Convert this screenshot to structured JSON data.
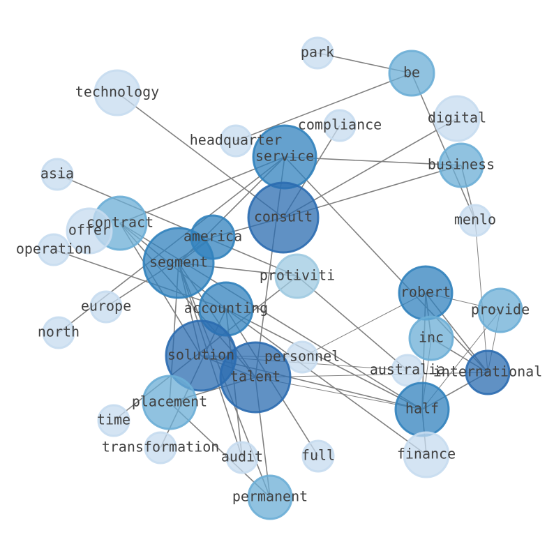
{
  "nodes": [
    {
      "id": "park",
      "label": "park",
      "weight": 0.1,
      "color": "#c6dbef"
    },
    {
      "id": "be",
      "label": "be",
      "weight": 0.55,
      "color": "#6baed6"
    },
    {
      "id": "technology",
      "label": "technology",
      "weight": 0.15,
      "color": "#c6dbef"
    },
    {
      "id": "digital",
      "label": "digital",
      "weight": 0.15,
      "color": "#c6dbef"
    },
    {
      "id": "compliance",
      "label": "compliance",
      "weight": 0.12,
      "color": "#c6dbef"
    },
    {
      "id": "headquarter",
      "label": "headquarter",
      "weight": 0.12,
      "color": "#c6dbef"
    },
    {
      "id": "service",
      "label": "service",
      "weight": 0.75,
      "color": "#3182bd"
    },
    {
      "id": "business",
      "label": "business",
      "weight": 0.6,
      "color": "#6baed6"
    },
    {
      "id": "asia",
      "label": "asia",
      "weight": 0.12,
      "color": "#c6dbef"
    },
    {
      "id": "consult",
      "label": "consult",
      "weight": 0.9,
      "color": "#2b6cb0"
    },
    {
      "id": "menlo",
      "label": "menlo",
      "weight": 0.12,
      "color": "#c6dbef"
    },
    {
      "id": "contract",
      "label": "contract",
      "weight": 0.6,
      "color": "#6baed6"
    },
    {
      "id": "offer",
      "label": "offer",
      "weight": 0.15,
      "color": "#c6dbef"
    },
    {
      "id": "america",
      "label": "america",
      "weight": 0.6,
      "color": "#3182bd"
    },
    {
      "id": "operation",
      "label": "operation",
      "weight": 0.12,
      "color": "#c6dbef"
    },
    {
      "id": "segment",
      "label": "segment",
      "weight": 0.85,
      "color": "#3182bd"
    },
    {
      "id": "protiviti",
      "label": "protiviti",
      "weight": 0.4,
      "color": "#9ecae1"
    },
    {
      "id": "robert",
      "label": "robert",
      "weight": 0.7,
      "color": "#3182bd"
    },
    {
      "id": "provide",
      "label": "provide",
      "weight": 0.5,
      "color": "#6baed6"
    },
    {
      "id": "europe",
      "label": "europe",
      "weight": 0.12,
      "color": "#c6dbef"
    },
    {
      "id": "accounting",
      "label": "accounting",
      "weight": 0.7,
      "color": "#3182bd"
    },
    {
      "id": "inc",
      "label": "inc",
      "weight": 0.5,
      "color": "#6baed6"
    },
    {
      "id": "north",
      "label": "north",
      "weight": 0.12,
      "color": "#c6dbef"
    },
    {
      "id": "solution",
      "label": "solution",
      "weight": 0.9,
      "color": "#2b6cb0"
    },
    {
      "id": "personnel",
      "label": "personnel",
      "weight": 0.12,
      "color": "#c6dbef"
    },
    {
      "id": "australia",
      "label": "australia",
      "weight": 0.12,
      "color": "#c6dbef"
    },
    {
      "id": "international",
      "label": "international",
      "weight": 0.6,
      "color": "#2b6cb0"
    },
    {
      "id": "talent",
      "label": "talent",
      "weight": 0.9,
      "color": "#2b6cb0"
    },
    {
      "id": "placement",
      "label": "placement",
      "weight": 0.6,
      "color": "#6baed6"
    },
    {
      "id": "half",
      "label": "half",
      "weight": 0.75,
      "color": "#3182bd"
    },
    {
      "id": "time",
      "label": "time",
      "weight": 0.12,
      "color": "#c6dbef"
    },
    {
      "id": "transformation",
      "label": "transformation",
      "weight": 0.12,
      "color": "#c6dbef"
    },
    {
      "id": "audit",
      "label": "audit",
      "weight": 0.12,
      "color": "#c6dbef"
    },
    {
      "id": "full",
      "label": "full",
      "weight": 0.12,
      "color": "#c6dbef"
    },
    {
      "id": "finance",
      "label": "finance",
      "weight": 0.2,
      "color": "#c6dbef"
    },
    {
      "id": "permanent",
      "label": "permanent",
      "weight": 0.5,
      "color": "#6baed6"
    }
  ],
  "edges": [
    [
      "park",
      "be"
    ],
    [
      "be",
      "headquarter"
    ],
    [
      "be",
      "menlo"
    ],
    [
      "technology",
      "consult"
    ],
    [
      "digital",
      "consult"
    ],
    [
      "compliance",
      "consult"
    ],
    [
      "service",
      "business"
    ],
    [
      "service",
      "contract"
    ],
    [
      "service",
      "international"
    ],
    [
      "service",
      "segment"
    ],
    [
      "service",
      "talent"
    ],
    [
      "service",
      "north"
    ],
    [
      "consult",
      "business"
    ],
    [
      "consult",
      "america"
    ],
    [
      "business",
      "menlo"
    ],
    [
      "asia",
      "protiviti"
    ],
    [
      "menlo",
      "international"
    ],
    [
      "contract",
      "talent"
    ],
    [
      "contract",
      "accounting"
    ],
    [
      "contract",
      "solution"
    ],
    [
      "contract",
      "half"
    ],
    [
      "america",
      "segment"
    ],
    [
      "operation",
      "accounting"
    ],
    [
      "segment",
      "protiviti"
    ],
    [
      "segment",
      "talent"
    ],
    [
      "segment",
      "solution"
    ],
    [
      "segment",
      "audit"
    ],
    [
      "segment",
      "permanent"
    ],
    [
      "segment",
      "placement"
    ],
    [
      "protiviti",
      "australia"
    ],
    [
      "protiviti",
      "time"
    ],
    [
      "robert",
      "provide"
    ],
    [
      "robert",
      "half"
    ],
    [
      "robert",
      "inc"
    ],
    [
      "robert",
      "international"
    ],
    [
      "robert",
      "personnel"
    ],
    [
      "provide",
      "half"
    ],
    [
      "provide",
      "international"
    ],
    [
      "europe",
      "america"
    ],
    [
      "accounting",
      "finance"
    ],
    [
      "accounting",
      "half"
    ],
    [
      "accounting",
      "transformation"
    ],
    [
      "accounting",
      "full"
    ],
    [
      "inc",
      "half"
    ],
    [
      "inc",
      "international"
    ],
    [
      "solution",
      "personnel"
    ],
    [
      "solution",
      "half"
    ],
    [
      "solution",
      "australia"
    ],
    [
      "talent",
      "international"
    ],
    [
      "talent",
      "half"
    ],
    [
      "talent",
      "permanent"
    ],
    [
      "talent",
      "placement"
    ],
    [
      "talent",
      "solution"
    ],
    [
      "international",
      "half"
    ],
    [
      "placement",
      "permanent"
    ],
    [
      "half",
      "finance"
    ],
    [
      "audit",
      "accounting"
    ]
  ]
}
